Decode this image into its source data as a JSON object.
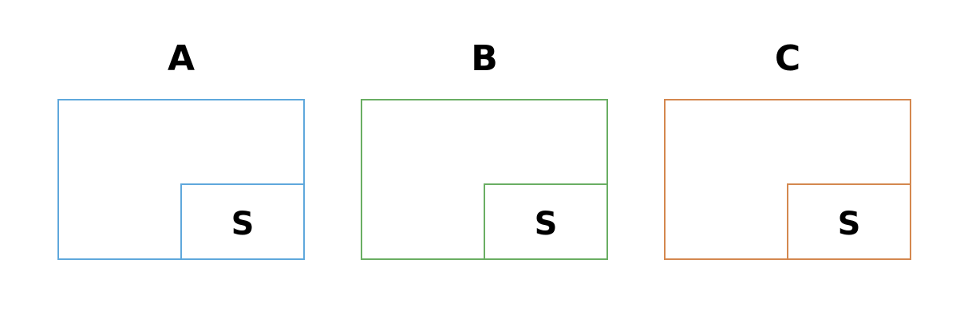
{
  "panels": [
    {
      "title": "A",
      "inner_label": "S",
      "color": "#5fa8dc"
    },
    {
      "title": "B",
      "inner_label": "S",
      "color": "#6aae63"
    },
    {
      "title": "C",
      "inner_label": "S",
      "color": "#d4884f"
    }
  ]
}
